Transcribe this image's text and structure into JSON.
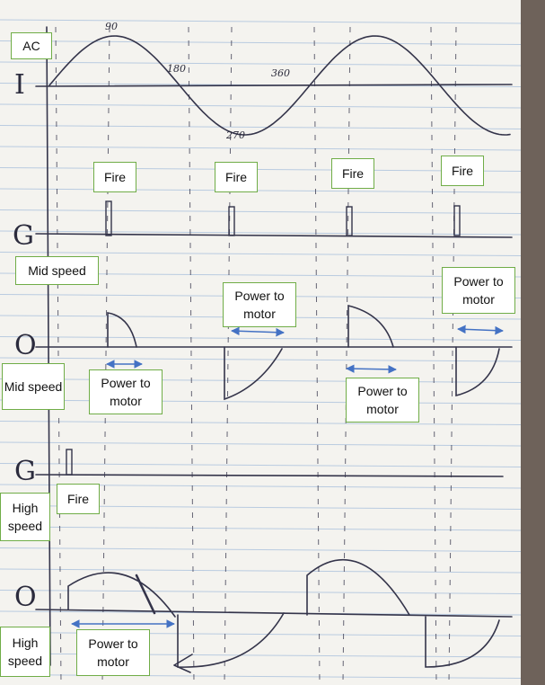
{
  "colors": {
    "paper": "#f4f3ef",
    "rule": "#b9cbe0",
    "ink": "#34344a",
    "arrow": "#4472c4",
    "label_border": "#70ad47"
  },
  "axis_letters": {
    "current": "I",
    "gate1": "G",
    "output1": "O",
    "gate2": "G",
    "output2": "O"
  },
  "angle_marks": {
    "a90": "90",
    "a180": "180",
    "a270": "270",
    "a360": "360"
  },
  "labels": {
    "ac": "AC",
    "fire1": "Fire",
    "fire2": "Fire",
    "fire3": "Fire",
    "fire4": "Fire",
    "mid_speed_top": "Mid speed",
    "power_motor_1": "Power to motor",
    "power_motor_2": "Power to motor",
    "mid_speed_left": "Mid speed",
    "power_motor_3": "Power to motor",
    "power_motor_4": "Power to motor",
    "fire5": "Fire",
    "high_speed_1": "High speed",
    "high_speed_2": "High speed",
    "power_motor_5": "Power to motor"
  }
}
